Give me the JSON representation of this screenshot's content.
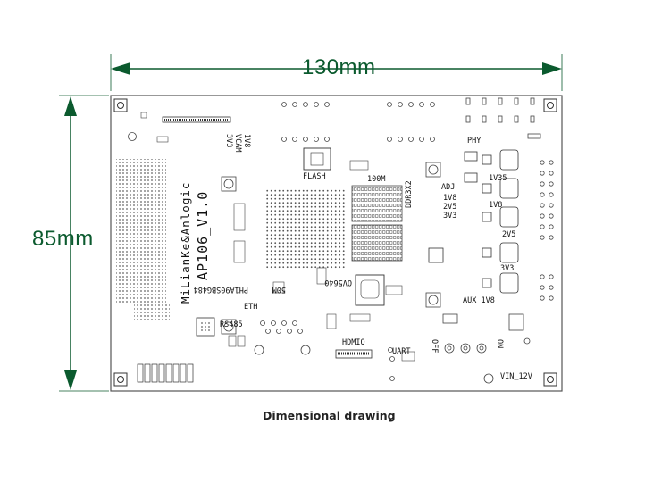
{
  "dimensions": {
    "width_label": "130mm",
    "height_label": "85mm"
  },
  "caption": "Dimensional drawing",
  "colors": {
    "dimension": "#0b5a2e",
    "board_outline": "#555555",
    "silk": "#222222"
  },
  "board": {
    "brand": "MiLianKe&Anlogic",
    "model": "AP106_V1.0",
    "labels": {
      "flash": "FLASH",
      "ddr": "DDR3X2",
      "phy": "PHY",
      "mbps": "100M",
      "adj": "ADJ",
      "v1v8a": "1V8",
      "v2v5a": "2V5",
      "v3v3a": "3V3",
      "v1v35": "1V35",
      "v1v8b": "1V8",
      "v2v5b": "2V5",
      "v3v3b": "3V3",
      "aux": "AUX_1V8",
      "vin": "VIN_12V",
      "uart": "UART",
      "hdmio": "HDMIO",
      "rs485": "RS485",
      "eth": "ETH",
      "ov5640": "OV5640",
      "chip": "PH1A90SBG484",
      "clk": "50M",
      "vcam": "VCAM",
      "v1v8c": "1V8",
      "v3v3c": "3V3",
      "on": "ON",
      "off": "OFF"
    }
  }
}
